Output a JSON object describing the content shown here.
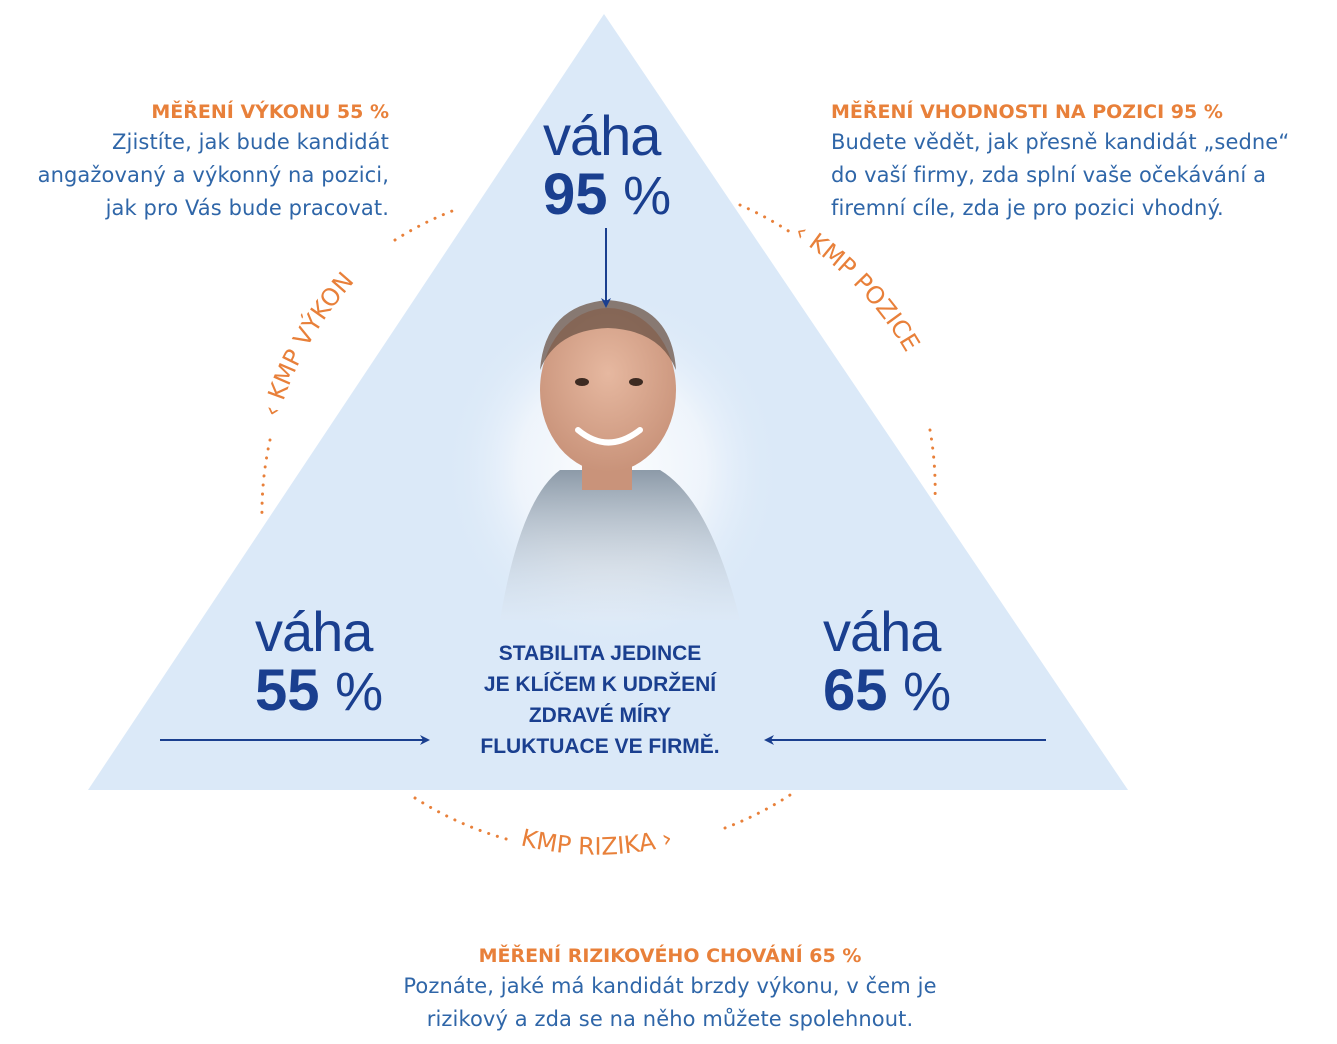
{
  "colors": {
    "accent_orange": "#e8803a",
    "text_blue": "#2f66a8",
    "dark_blue": "#1a3f8f",
    "triangle_fill": "#dbe9f8"
  },
  "vykon": {
    "title": "MĚŘENÍ VÝKONU 55 %",
    "lines": [
      "Zjistíte, jak bude kandidát",
      "angažovaný a výkonný na pozici,",
      "jak pro Vás bude pracovat."
    ],
    "curve_label": "‹ KMP VÝKON",
    "weight_word": "váha",
    "weight_number": "55",
    "weight_unit": "%"
  },
  "pozice": {
    "title": "MĚŘENÍ VHODNOSTI NA POZICI 95 %",
    "lines": [
      "Budete vědět, jak přesně kandidát „sedne“",
      "do vaší firmy, zda splní vaše očekávání a",
      "firemní cíle, zda je pro pozici vhodný."
    ],
    "curve_label": "‹ KMP POZICE",
    "weight_word": "váha",
    "weight_number": "95",
    "weight_unit": "%"
  },
  "rizika": {
    "title": "MĚŘENÍ RIZIKOVÉHO CHOVÁNÍ 65 %",
    "lines": [
      "Poznáte, jaké má kandidát brzdy výkonu, v čem je",
      "rizikový a zda se na něho můžete spolehnout."
    ],
    "curve_label": "KMP RIZIKA ›",
    "weight_word": "váha",
    "weight_number": "65",
    "weight_unit": "%"
  },
  "center_message": [
    "STABILITA JEDINCE",
    "JE KLÍČEM K UDRŽENÍ",
    "ZDRAVÉ MÍRY",
    "FLUKTUACE VE FIRMĚ."
  ],
  "icons": {
    "portrait": "person-photo",
    "arrows": "arrow-icon"
  }
}
